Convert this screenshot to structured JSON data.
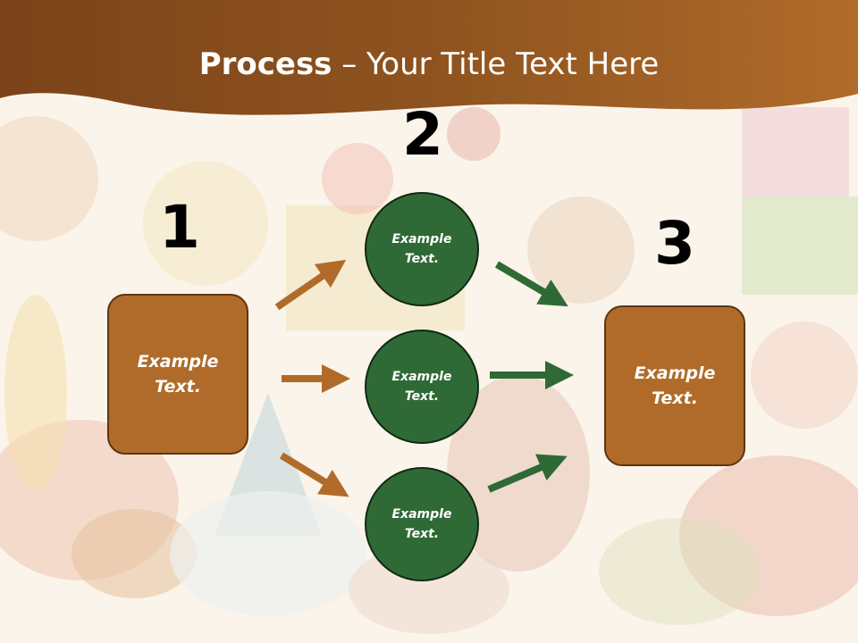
{
  "title": {
    "bold": "Process",
    "rest": " – Your Title Text Here"
  },
  "steps": [
    {
      "number": "1"
    },
    {
      "number": "2"
    },
    {
      "number": "3"
    }
  ],
  "boxes": [
    {
      "line1": "Example",
      "line2": "Text."
    },
    {
      "line1": "Example",
      "line2": "Text."
    }
  ],
  "circles": [
    {
      "line1": "Example",
      "line2": "Text."
    },
    {
      "line1": "Example",
      "line2": "Text."
    },
    {
      "line1": "Example",
      "line2": "Text."
    }
  ],
  "colors": {
    "header": "#8a4f1c",
    "box_fill": "#b06b2a",
    "circle_fill": "#2f6a36",
    "arrow_brown": "#b06b2a",
    "arrow_green": "#2f6a36"
  }
}
